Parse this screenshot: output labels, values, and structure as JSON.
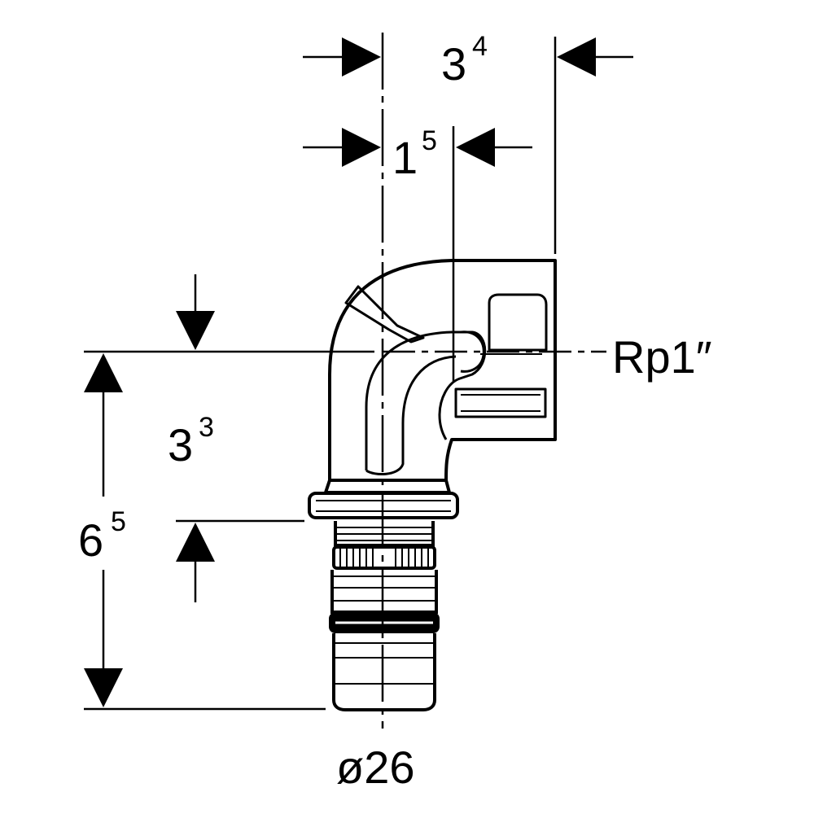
{
  "dimensions": {
    "top_width": {
      "main": "3",
      "sup": "4"
    },
    "offset_width": {
      "main": "1",
      "sup": "5"
    },
    "upper_height": {
      "main": "3",
      "sup": "3"
    },
    "total_height": {
      "main": "6",
      "sup": "5"
    }
  },
  "labels": {
    "thread": "Rp1″",
    "diameter": "ø26"
  },
  "colors": {
    "line": "#000000",
    "background": "#ffffff"
  }
}
